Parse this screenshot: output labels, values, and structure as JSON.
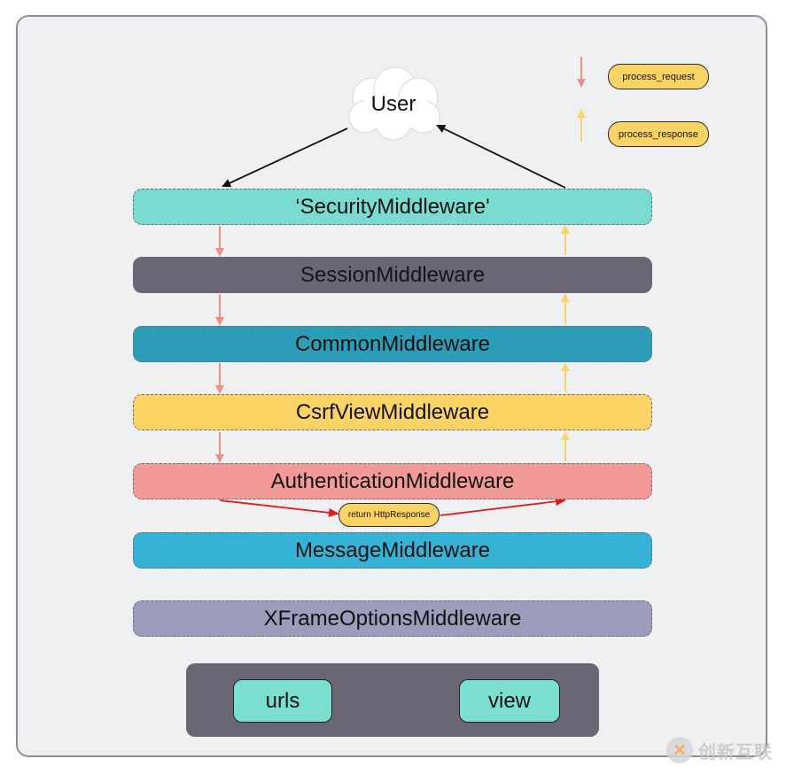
{
  "user": {
    "label": "User"
  },
  "legend": {
    "request_label": "process_request",
    "response_label": "process_response",
    "request_color": "#ee8f8a",
    "response_color": "#fcd465"
  },
  "middlewares": [
    {
      "label": "‘SecurityMiddleware'",
      "color": "#7adbd0"
    },
    {
      "label": "SessionMiddleware",
      "color": "#6a6673"
    },
    {
      "label": "CommonMiddleware",
      "color": "#2c9db7"
    },
    {
      "label": "CsrfViewMiddleware",
      "color": "#fcd465"
    },
    {
      "label": "AuthenticationMiddleware",
      "color": "#f29a97"
    },
    {
      "label": "MessageMiddleware",
      "color": "#34b3d6"
    },
    {
      "label": "XFrameOptionsMiddleware",
      "color": "#9c9cbc"
    }
  ],
  "short_circuit": {
    "label": "return HttpResponse",
    "arrow_color": "#e21a1a"
  },
  "routing": {
    "from": "urls",
    "to": "view"
  },
  "watermark": {
    "text": "创新互联",
    "logo": "logo-icon"
  }
}
